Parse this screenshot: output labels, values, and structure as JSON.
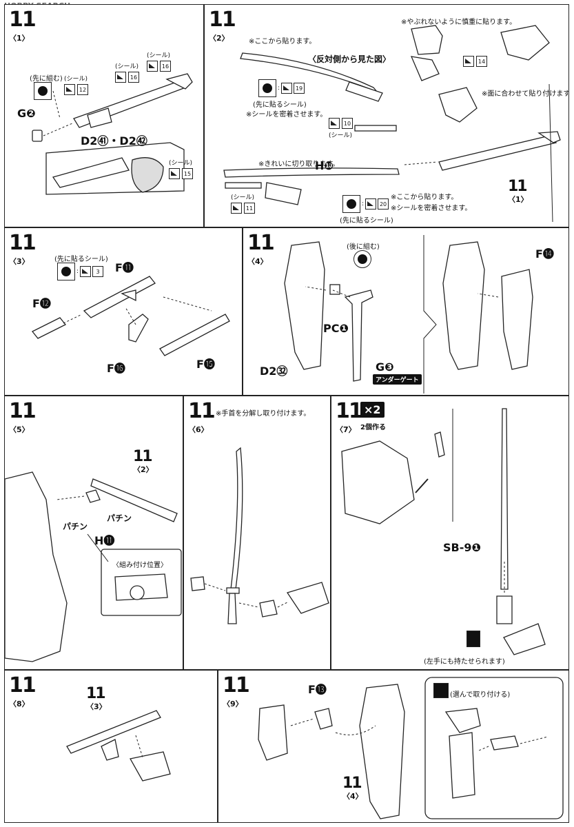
{
  "watermark": "HOBBY SEARCH",
  "steps": {
    "s1": {
      "num": "11",
      "sub": "〈1〉",
      "g_part": "G❷",
      "main_part": "D2㊶・D2㊷",
      "first_label": "(先に組む)",
      "seals": [
        {
          "label": "(シール)",
          "no": "12"
        },
        {
          "label": "(シール)",
          "no": "16"
        },
        {
          "label": "(シール)",
          "no": "16"
        },
        {
          "label": "(シール)",
          "no": "15"
        }
      ]
    },
    "s2": {
      "num": "11",
      "sub": "〈2〉",
      "note_top": "※ここから貼ります。",
      "view": "〈反対側から見た図〉",
      "seal_first": "(先に貼るシール)",
      "seal_note": "※シールを密着させます。",
      "seal_19": "19",
      "seal_10": "10",
      "seal_label": "(シール)",
      "note_cut": "※きれいに切り取ります。",
      "part_h": "H❿",
      "seal_11": "11",
      "seal_20": "20",
      "seal_first2": "(先に貼るシール)",
      "note_start": "※ここから貼ります。",
      "note_stick": "※シールを密着させます。",
      "ref": "11",
      "ref_sub": "〈1〉",
      "note_torn": "※やぶれないように慎重に貼ります。",
      "step3_note": "※面に合わせて貼り付けます。",
      "seal_14": "14"
    },
    "s3": {
      "num": "11",
      "sub": "〈3〉",
      "seal_first": "(先に貼るシール)",
      "seal_no": "3",
      "f11": "F⓫",
      "f12": "F⓬",
      "f16": "F⓰",
      "f15": "F⓯"
    },
    "s4": {
      "num": "11",
      "sub": "〈4〉",
      "later": "(後に組む)",
      "pc": "PC❶",
      "d2": "D2㉜",
      "g3": "G❸",
      "under_gate": "アンダーゲート",
      "f14": "F⓮"
    },
    "s5": {
      "num": "11",
      "sub": "〈5〉",
      "ref": "11",
      "ref_sub": "〈2〉",
      "h11": "H⓫",
      "snap1": "パチン",
      "snap2": "パチン",
      "position": "〈組み付け位置〉"
    },
    "s6": {
      "num": "11",
      "sub": "〈6〉",
      "note": "※手首を分解し取り付けます。"
    },
    "s7": {
      "num": "11",
      "sub": "〈7〉",
      "times": "×2",
      "make2": "2個作る",
      "sb": "SB-9❶",
      "left_hand": "(左手にも持たせられます)"
    },
    "s8": {
      "num": "11",
      "sub": "〈8〉",
      "ref": "11",
      "ref_sub": "〈3〉"
    },
    "s9": {
      "num": "11",
      "sub": "〈9〉",
      "f13": "F⓭",
      "ref": "11",
      "ref_sub": "〈4〉",
      "choose": "(選んで取り付ける)"
    }
  }
}
